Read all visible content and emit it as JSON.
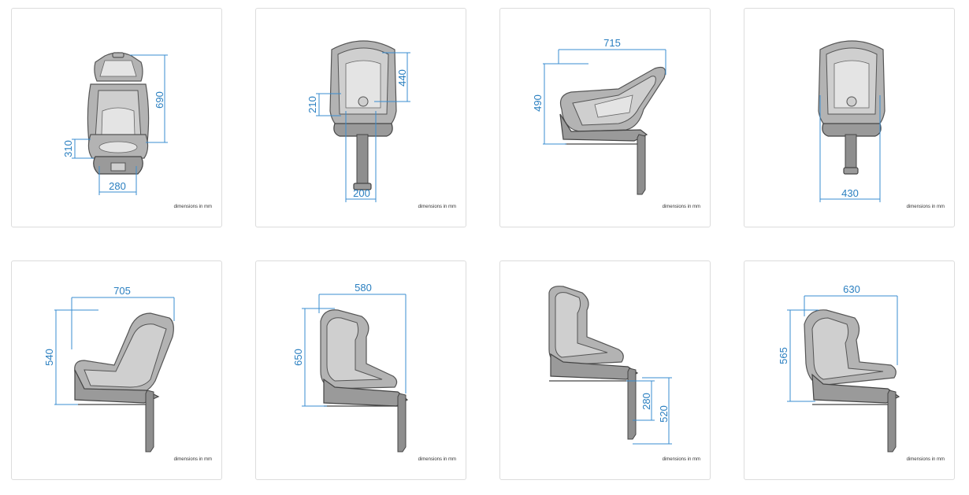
{
  "footnote": "dimensions in mm",
  "cards": [
    {
      "dims": [
        "690",
        "310",
        "280"
      ]
    },
    {
      "dims": [
        "440",
        "210",
        "200"
      ]
    },
    {
      "dims": [
        "715",
        "490"
      ]
    },
    {
      "dims": [
        "430"
      ]
    },
    {
      "dims": [
        "705",
        "540"
      ]
    },
    {
      "dims": [
        "580",
        "650"
      ]
    },
    {
      "dims": [
        "280",
        "520"
      ]
    },
    {
      "dims": [
        "630",
        "565"
      ]
    }
  ]
}
